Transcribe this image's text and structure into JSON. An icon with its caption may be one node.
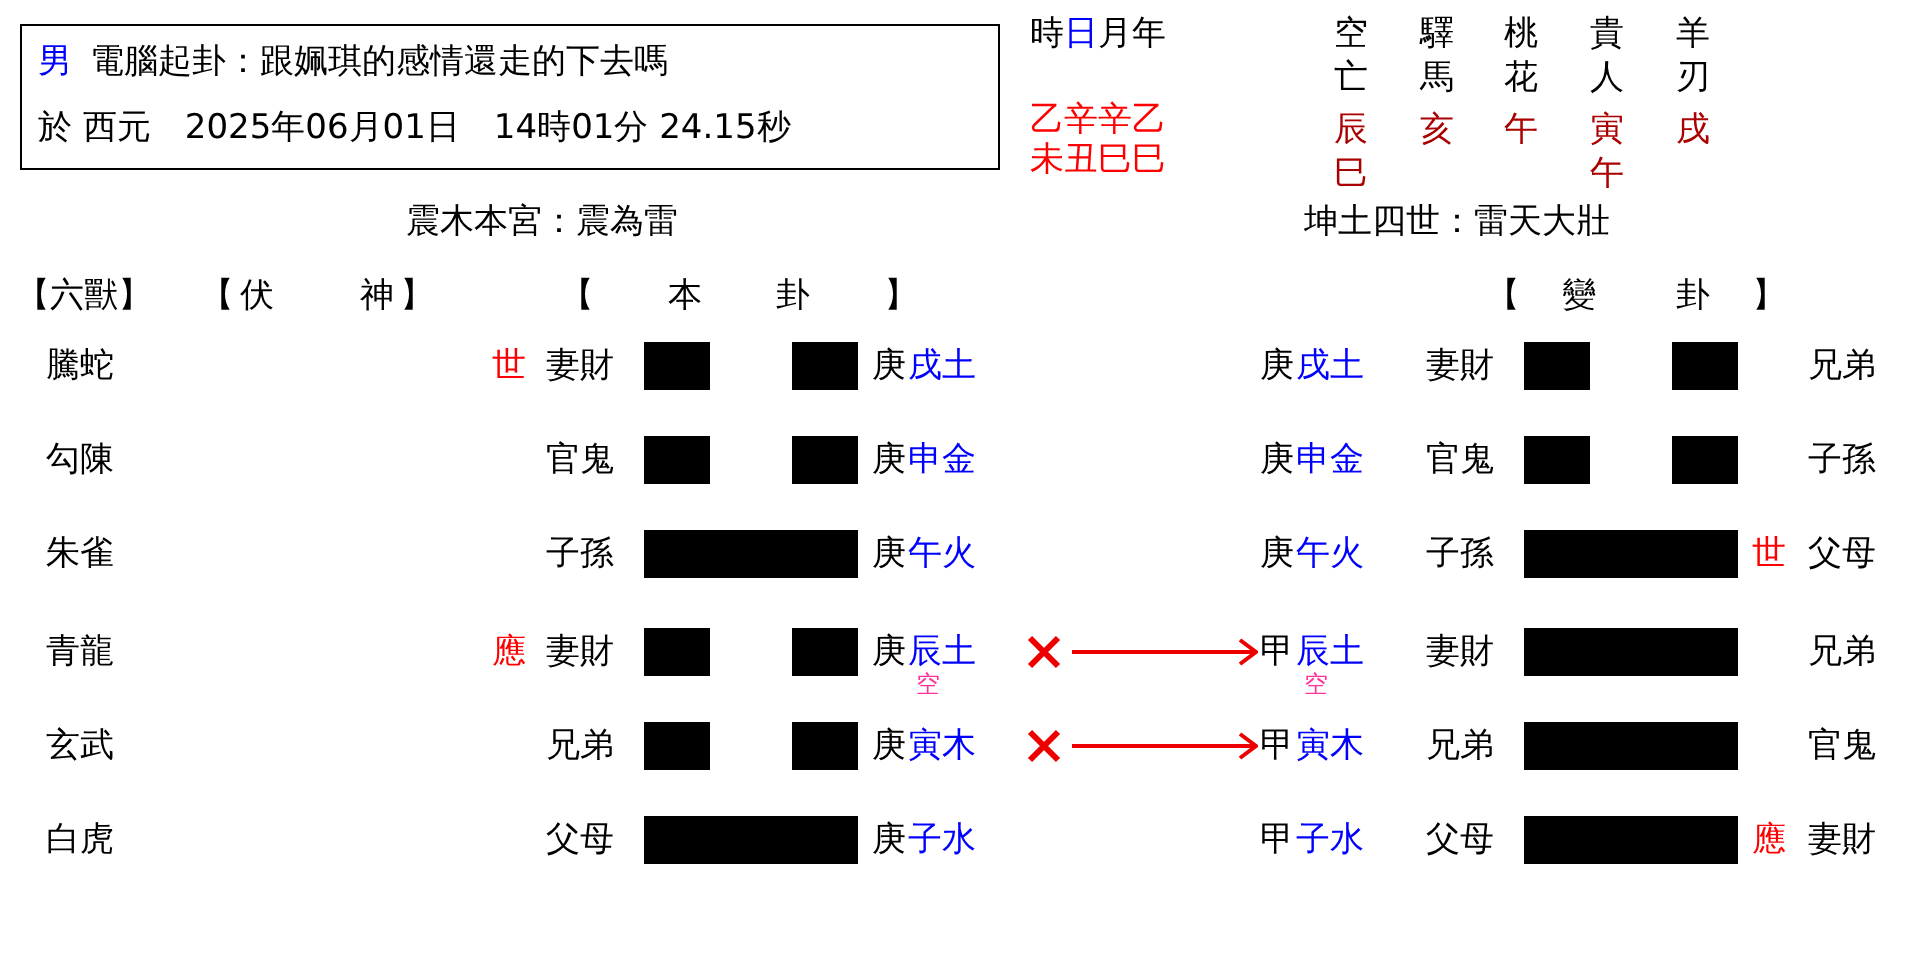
{
  "diagram": {
    "nodes": [
      {
        "text": [
          "男",
          "電腦起卦：跟姵琪的感情還走的下去嗎",
          "於 西元　2025年06月01日　14時01分 24.15秒"
        ]
      },
      {
        "text": [
          "庚",
          "辰土"
        ],
        "beside": [
          "空"
        ]
      },
      {
        "text": [
          "甲",
          "辰土"
        ],
        "beside": [
          "空"
        ]
      },
      {
        "text": [
          "庚",
          "寅木"
        ]
      },
      {
        "text": [
          "甲",
          "寅木"
        ]
      }
    ],
    "edges": [
      {
        "from": 1,
        "to": 2,
        "arrow": "to"
      },
      {
        "from": 3,
        "to": 4,
        "arrow": "to"
      }
    ],
    "labels": [
      "時",
      "日",
      "月年",
      "乙辛辛乙",
      "未丑巳巳",
      "空亡",
      "驛馬",
      "桃花",
      "貴人",
      "羊刃",
      "辰巳",
      "亥",
      "午",
      "寅午",
      "戌",
      "震木本宮：震為雷",
      "坤土四世：雷天大壯",
      "【六獸】",
      "【伏　　神】",
      "【　　本　　卦　　】",
      "【　變　　卦　】",
      "騰蛇",
      "世",
      "妻財",
      "庚",
      "戌土",
      "庚",
      "戌土",
      "妻財",
      "兄弟",
      "勾陳",
      "官鬼",
      "庚",
      "申金",
      "庚",
      "申金",
      "官鬼",
      "子孫",
      "朱雀",
      "子孫",
      "庚",
      "午火",
      "庚",
      "午火",
      "子孫",
      "世",
      "父母",
      "青龍",
      "應",
      "妻財",
      "妻財",
      "兄弟",
      "玄武",
      "兄弟",
      "兄弟",
      "官鬼",
      "白虎",
      "父母",
      "庚",
      "子水",
      "甲",
      "子水",
      "父母",
      "應",
      "妻財"
    ]
  }
}
